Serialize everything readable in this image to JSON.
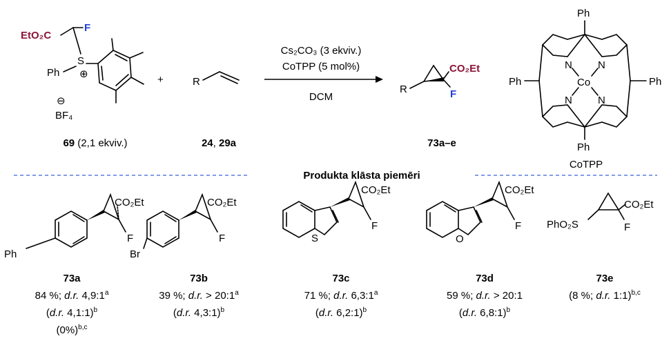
{
  "reagent_69": {
    "ester": "EtO₂C",
    "fluorine": "F",
    "phenyl": "Ph",
    "sulfur": "S",
    "plus_charge": "⊕",
    "minus_charge": "⊖",
    "counterion": "BF₄",
    "number": "69",
    "equiv": " (2,1 ekviv.)"
  },
  "plus_sign": "+",
  "alkene": {
    "r_group": "R",
    "number_a": "24",
    "sep": ", ",
    "number_b": "29a"
  },
  "conditions": {
    "base": "Cs₂CO₃ (3 ekviv.)",
    "catalyst": "CoTPP (5 mol%)",
    "solvent": "DCM"
  },
  "product": {
    "r_group": "R",
    "ester": "CO₂Et",
    "fluorine": "F",
    "label": "73a–e"
  },
  "cotpp": {
    "ph_top": "Ph",
    "ph_left": "Ph",
    "ph_right": "Ph",
    "ph_bottom": "Ph",
    "n1": "N",
    "n2": "N",
    "n3": "N",
    "n4": "N",
    "metal": "Co",
    "label": "CoTPP"
  },
  "section_title": "Produkta klāsta piemēri",
  "examples": [
    {
      "id": "73a",
      "ester": "CO₂Et",
      "fluorine": "F",
      "substituent": "Ph",
      "line1_yield": "84 %; ",
      "line1_dr_italic": "d.r.",
      "line1_dr_value": " 4,9:1",
      "line1_sup": "a",
      "line2_open": "(",
      "line2_dr_italic": "d.r.",
      "line2_value": " 4,1:1)",
      "line2_sup": "b",
      "line3_value": "(0%)",
      "line3_sup": "b,c"
    },
    {
      "id": "73b",
      "ester": "CO₂Et",
      "fluorine": "F",
      "substituent": "Br",
      "line1_yield": "39 %; ",
      "line1_dr_italic": "d.r.",
      "line1_dr_value": " > 20:1",
      "line1_sup": "a",
      "line2_open": "(",
      "line2_dr_italic": "d.r.",
      "line2_value": " 4,3:1)",
      "line2_sup": "b"
    },
    {
      "id": "73c",
      "ester": "CO₂Et",
      "fluorine": "F",
      "heteroatom": "S",
      "line1_yield": "71 %; ",
      "line1_dr_italic": "d.r.",
      "line1_dr_value": " 6,3:1",
      "line1_sup": "a",
      "line2_open": "(",
      "line2_dr_italic": "d.r.",
      "line2_value": " 6,2:1)",
      "line2_sup": "b"
    },
    {
      "id": "73d",
      "ester": "CO₂Et",
      "fluorine": "F",
      "heteroatom": "O",
      "line1_yield": "59 %; ",
      "line1_dr_italic": "d.r.",
      "line1_dr_value": " > 20:1",
      "line1_sup": "",
      "line2_open": "(",
      "line2_dr_italic": "d.r.",
      "line2_value": " 6,8:1)",
      "line2_sup": "b"
    },
    {
      "id": "73e",
      "ester": "CO₂Et",
      "fluorine": "F",
      "substituent": "PhO₂S",
      "line1_yield": "(8 %; ",
      "line1_dr_italic": "d.r.",
      "line1_dr_value": " 1:1)",
      "line1_sup": "b,c"
    }
  ]
}
